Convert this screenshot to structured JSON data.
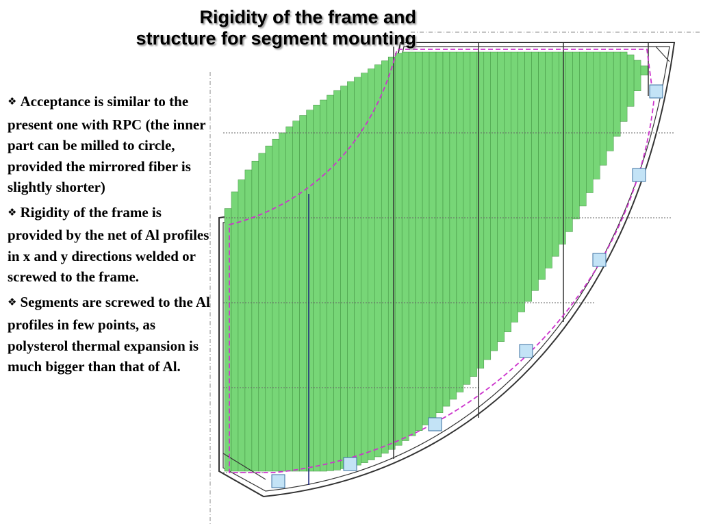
{
  "slide": {
    "title_line1": "Rigidity of the frame and",
    "title_line2": "structure for segment mounting"
  },
  "bullets": [
    {
      "icon": "diamond-bullet-icon",
      "text": "Acceptance is similar to the present one with RPC (the inner part can be milled to circle, provided the mirrored fiber is slightly shorter)"
    },
    {
      "icon": "diamond-bullet-icon",
      "text": "Rigidity of the frame is provided by the net of Al profiles in x and y directions welded or screwed to the frame."
    },
    {
      "icon": "diamond-bullet-icon",
      "text": "Segments are screwed to the Al profiles in few points, as polysterol thermal expansion is much bigger than that of Al."
    }
  ],
  "colors": {
    "segment_fill": "#77d677",
    "segment_stroke": "#3e8e3e",
    "dashed_outline": "#cc33cc",
    "mount_pad_fill": "#c3e3f6",
    "mount_pad_stroke": "#3a6fa0",
    "frame_stroke": "#333333",
    "profile_x": "#1a237e",
    "profile_y": "#333333",
    "guide_line": "#888888"
  }
}
